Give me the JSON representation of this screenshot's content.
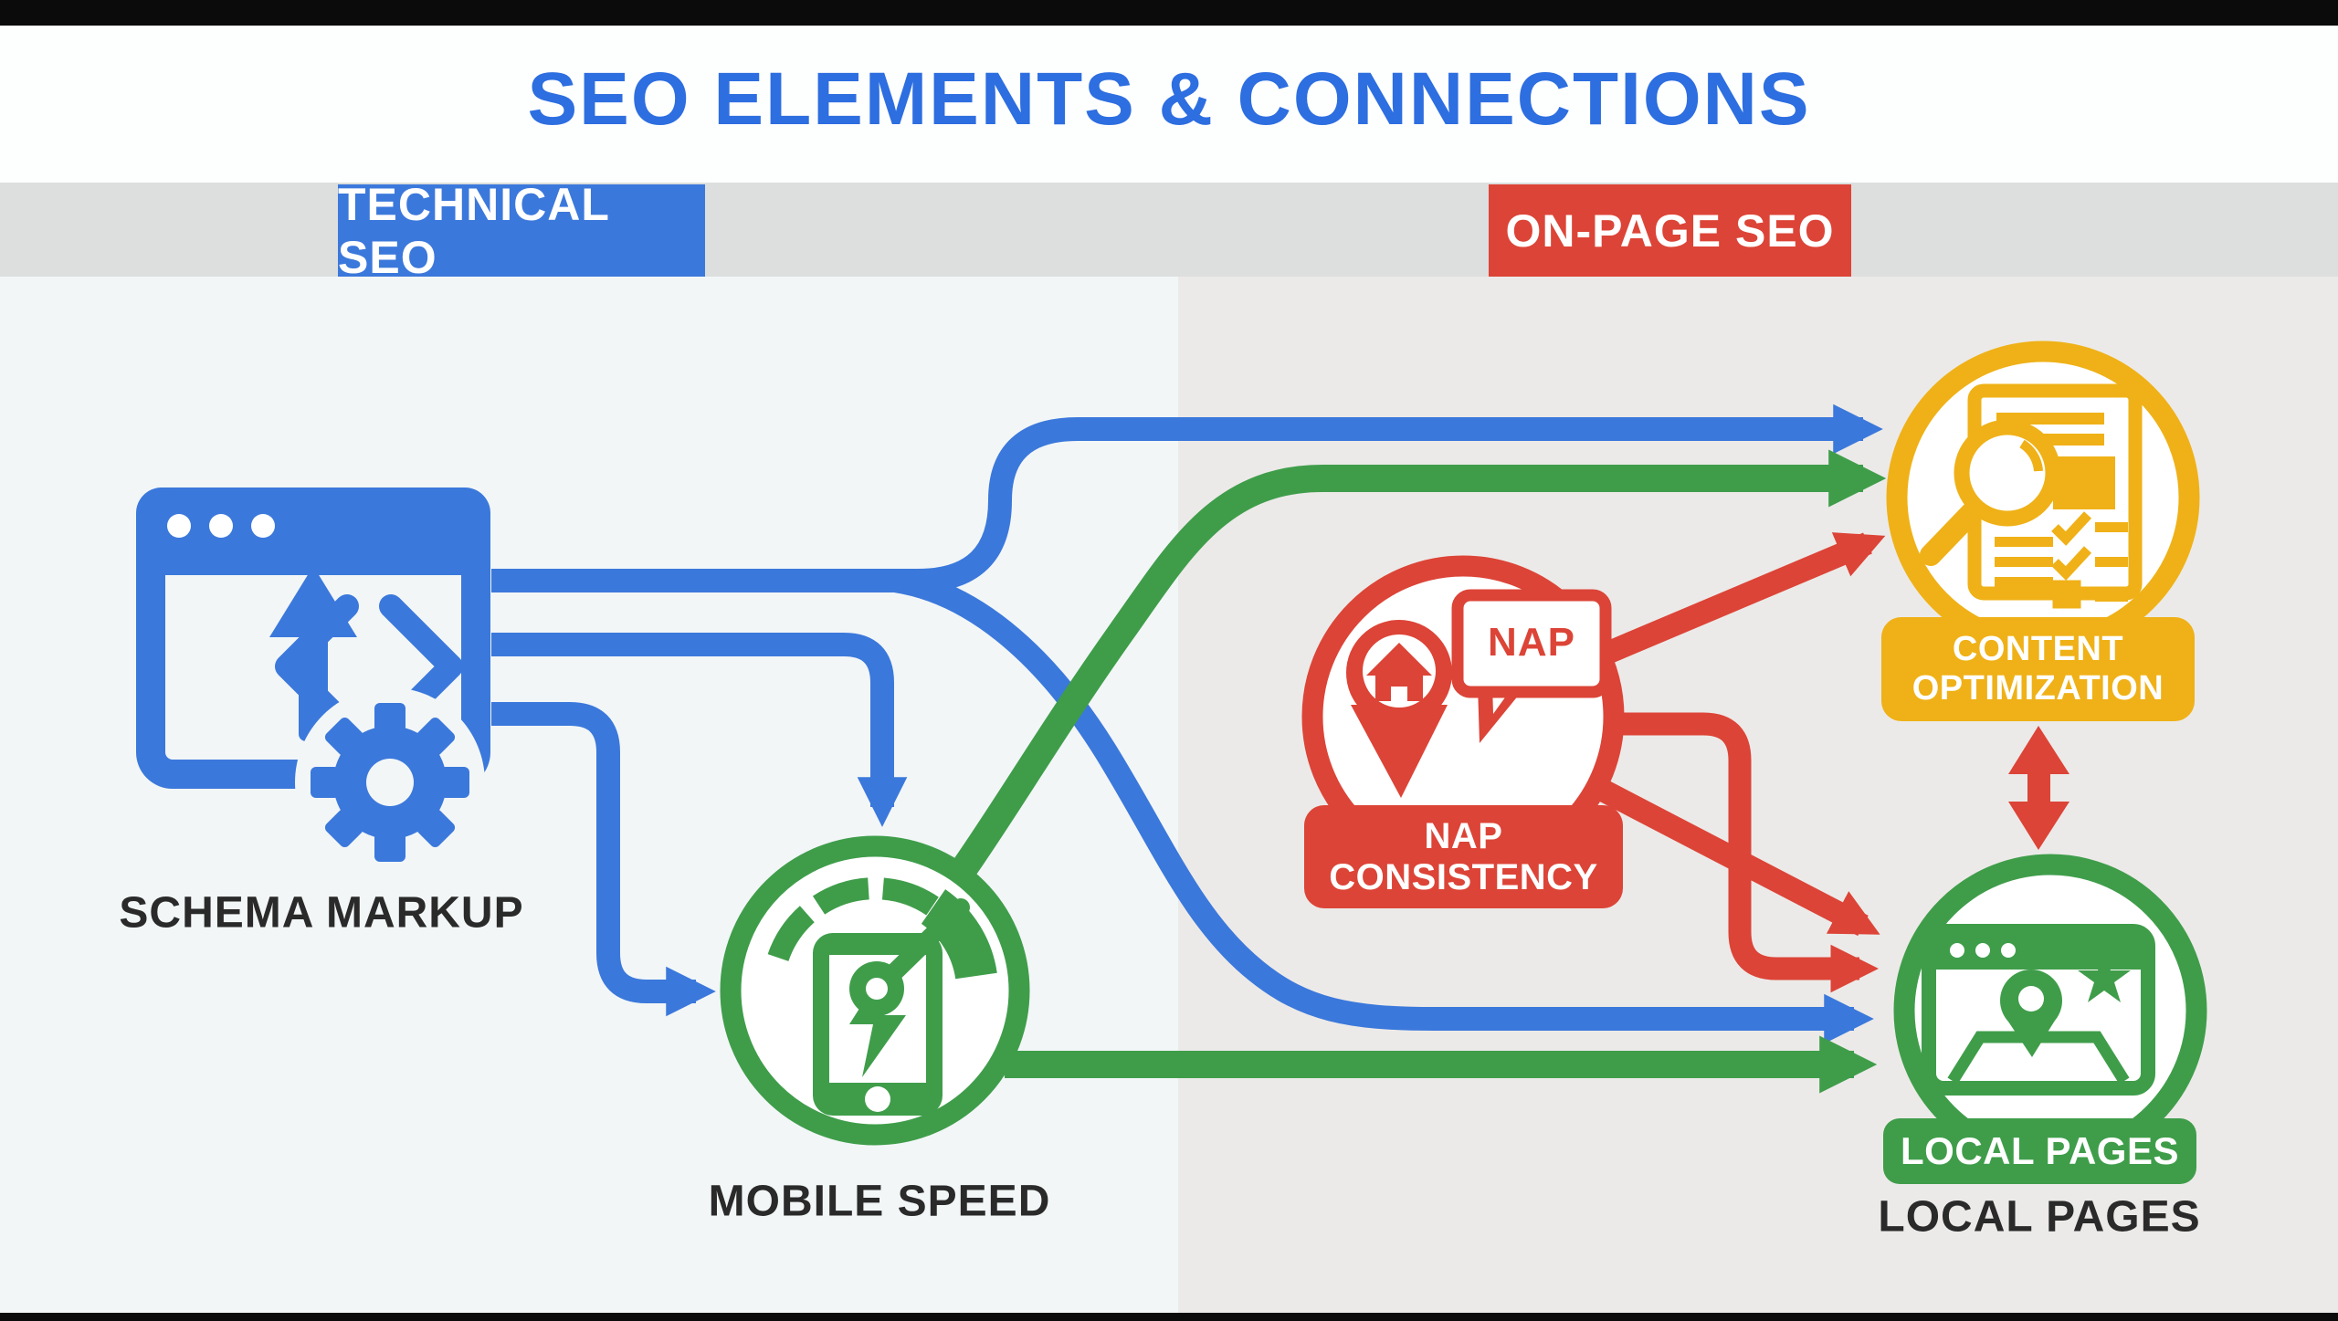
{
  "title": {
    "text": "SEO ELEMENTS & CONNECTIONS",
    "color": "#2D6EE0"
  },
  "sections": {
    "technical": {
      "label": "TECHNICAL SEO",
      "color": "#3B78DB"
    },
    "onpage": {
      "label": "ON-PAGE SEO",
      "color": "#DC4437"
    }
  },
  "nodes": {
    "schema_markup": {
      "label": "SCHEMA MARKUP",
      "icon": "code-window-gear-icon",
      "color": "#3B78DB"
    },
    "mobile_speed": {
      "label": "MOBILE SPEED",
      "icon": "speedometer-phone-icon",
      "color": "#3F9D4A"
    },
    "nap_consistency": {
      "banner_line1": "NAP",
      "banner_line2": "CONSISTENCY",
      "bubble_text": "NAP",
      "icon": "map-pin-house-speech-bubble-icon",
      "color": "#DC4437"
    },
    "content_optimization": {
      "banner_line1": "CONTENT",
      "banner_line2": "OPTIMIZATION",
      "icon": "document-magnifier-checklist-icon",
      "color": "#EFB117"
    },
    "local_pages": {
      "banner_label": "LOCAL PAGES",
      "label": "LOCAL PAGES",
      "icon": "browser-map-pin-star-icon",
      "color": "#3F9D4A"
    }
  },
  "connections": [
    {
      "from": "schema_markup",
      "to": "content_optimization",
      "color": "#3B78DB",
      "style": "elbow-top"
    },
    {
      "from": "schema_markup",
      "to": "local_pages",
      "color": "#3B78DB",
      "style": "curve"
    },
    {
      "from": "schema_markup",
      "to": "mobile_speed",
      "color": "#3B78DB",
      "style": "elbow-down"
    },
    {
      "from": "schema_markup",
      "to": "mobile_speed",
      "color": "#3B78DB",
      "style": "elbow-left"
    },
    {
      "from": "mobile_speed",
      "to": "content_optimization",
      "color": "#3F9D4A",
      "style": "curve"
    },
    {
      "from": "mobile_speed",
      "to": "local_pages",
      "color": "#3F9D4A",
      "style": "straight"
    },
    {
      "from": "nap_consistency",
      "to": "content_optimization",
      "color": "#DC4437",
      "style": "diagonal"
    },
    {
      "from": "nap_consistency",
      "to": "local_pages",
      "color": "#DC4437",
      "style": "diagonal"
    },
    {
      "from": "nap_consistency",
      "to": "local_pages",
      "color": "#DC4437",
      "style": "elbow"
    },
    {
      "from": "content_optimization",
      "to": "local_pages",
      "color": "#DC4437",
      "style": "double-arrow"
    }
  ],
  "colors": {
    "blue": "#3B78DB",
    "green": "#3F9D4A",
    "red": "#DC4437",
    "yellow": "#EFB117",
    "bg_left": "#F2F6F7",
    "bg_right": "#ECEAE8",
    "strip": "#DCDFDE",
    "bar": "#0B0B0B",
    "label_text": "#2A2A2A"
  }
}
